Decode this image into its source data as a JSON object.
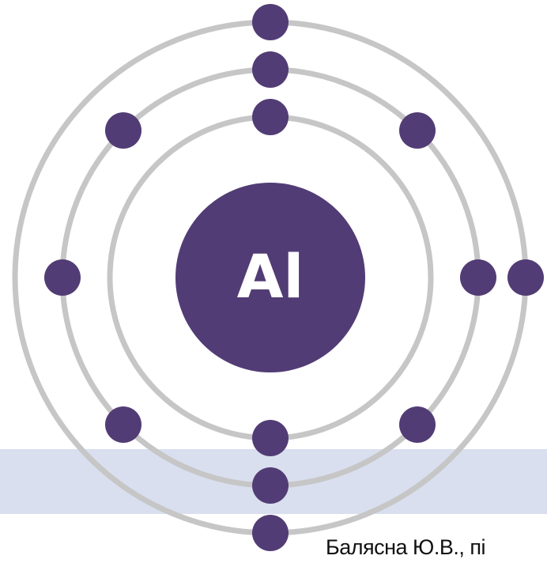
{
  "nucleus": {
    "symbol": "Al"
  },
  "shells": [
    {
      "electrons": 2
    },
    {
      "electrons": 8
    },
    {
      "electrons": 3
    }
  ],
  "caption": "Балясна Ю.В., пі",
  "colors": {
    "electron": "#523c75",
    "nucleus": "#523c75",
    "orbit": "#c6c6c6",
    "band": "#d9dfee",
    "nucleus_text": "#ffffff"
  }
}
